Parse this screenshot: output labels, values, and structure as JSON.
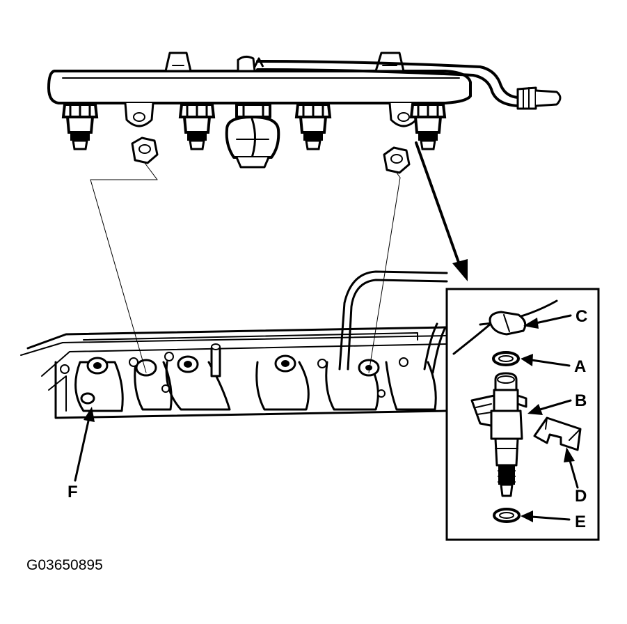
{
  "figure_id": "G03650895",
  "callouts": {
    "a": "A",
    "b": "B",
    "c": "C",
    "d": "D",
    "e": "E",
    "f": "F"
  },
  "colors": {
    "ink": "#000000",
    "paper": "#ffffff"
  }
}
